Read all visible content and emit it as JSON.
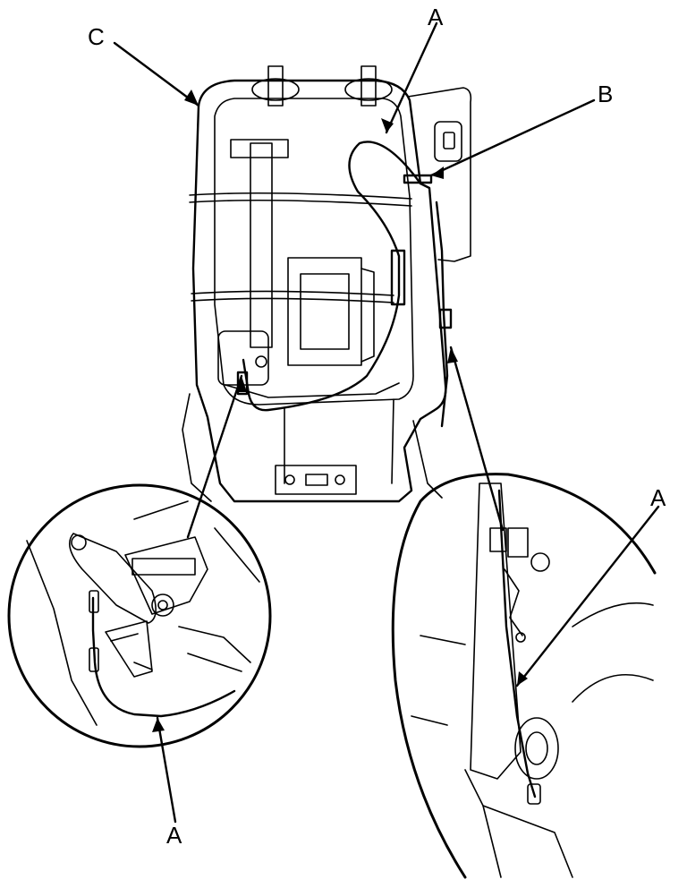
{
  "callouts": {
    "c": "C",
    "a_top": "A",
    "b": "B",
    "a_right": "A",
    "a_bottom": "A"
  },
  "colors": {
    "line": "#000000",
    "background": "#ffffff"
  }
}
